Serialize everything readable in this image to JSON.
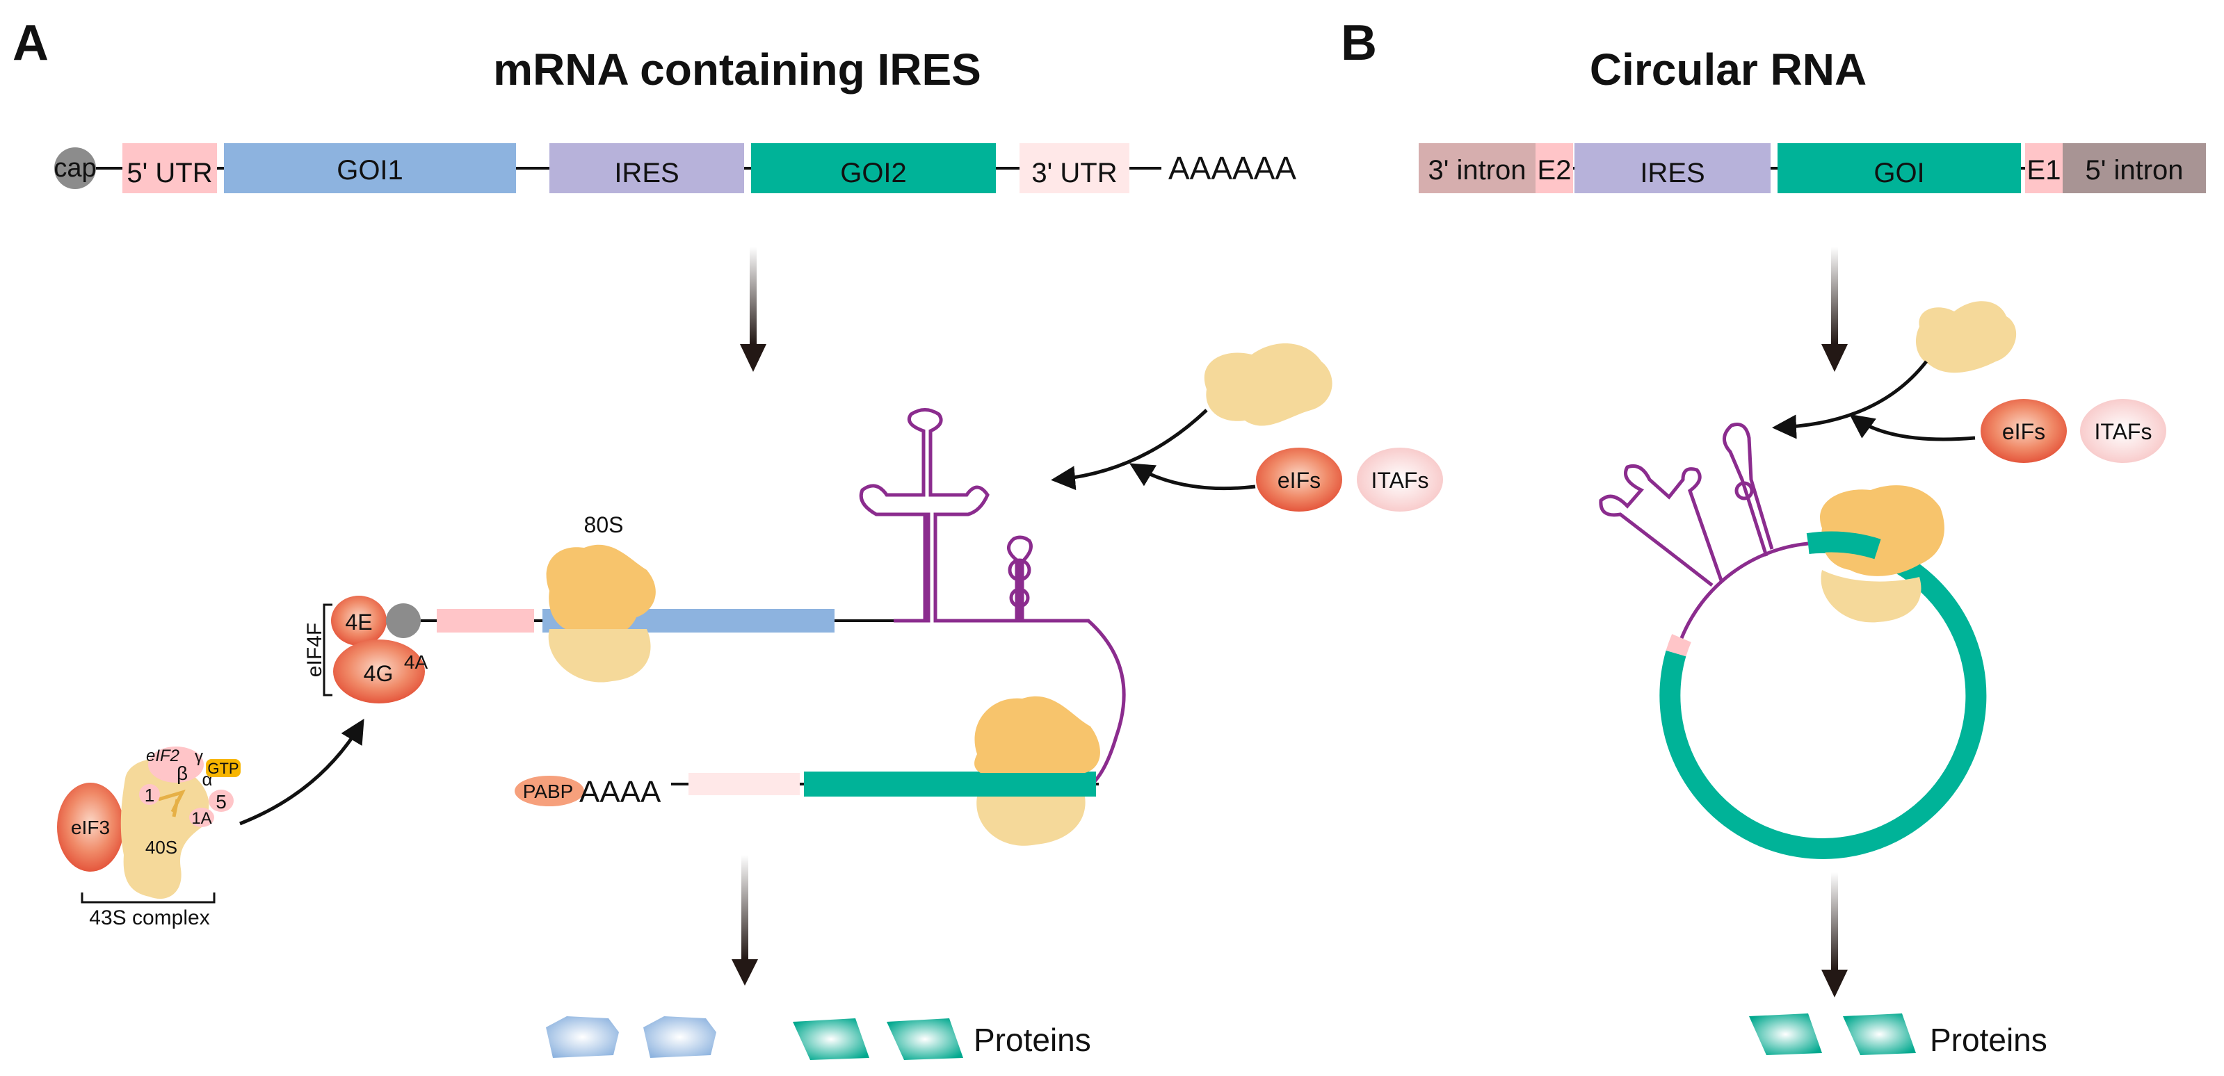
{
  "panel_a": {
    "letter": "A",
    "title": "mRNA containing IRES",
    "construct": {
      "cap": "cap",
      "utr5": "5' UTR",
      "goi1": "GOI1",
      "ires": "IRES",
      "goi2": "GOI2",
      "utr3": "3' UTR",
      "polya": "AAAAAA"
    },
    "ribosome_80s": "80S",
    "eif4f_bracket": "eIF4F",
    "eif4e": "4E",
    "eif4g": "4G",
    "eif4a": "4A",
    "complex43s": {
      "eif3": "eIF3",
      "s40": "40S",
      "eif2": "eIF2",
      "gamma": "γ",
      "beta": "β",
      "alpha": "α",
      "gtp": "GTP",
      "one": "1",
      "one_a": "1A",
      "five": "5",
      "label": "43S complex"
    },
    "pabp": "PABP",
    "polya_short": "AAAA",
    "eifs": "eIFs",
    "itafs": "ITAFs",
    "proteins": "Proteins"
  },
  "panel_b": {
    "letter": "B",
    "title": "Circular RNA",
    "construct": {
      "intron3": "3' intron",
      "e2": "E2",
      "ires": "IRES",
      "goi": "GOI",
      "e1": "E1",
      "intron5": "5' intron"
    },
    "eifs": "eIFs",
    "itafs": "ITAFs",
    "proteins": "Proteins"
  },
  "colors": {
    "blue": "#8db3df",
    "teal": "#00b398",
    "lavender": "#b7b2da",
    "pink": "#ffc5c8",
    "pale_pink": "#ffe8e8",
    "purple": "#8b2c8e",
    "ribosome": "#f5d99a",
    "ribosome_dark": "#f7c46c",
    "red": "#ea5a45",
    "intron3": "#d6aeae",
    "intron5": "#a89494"
  }
}
